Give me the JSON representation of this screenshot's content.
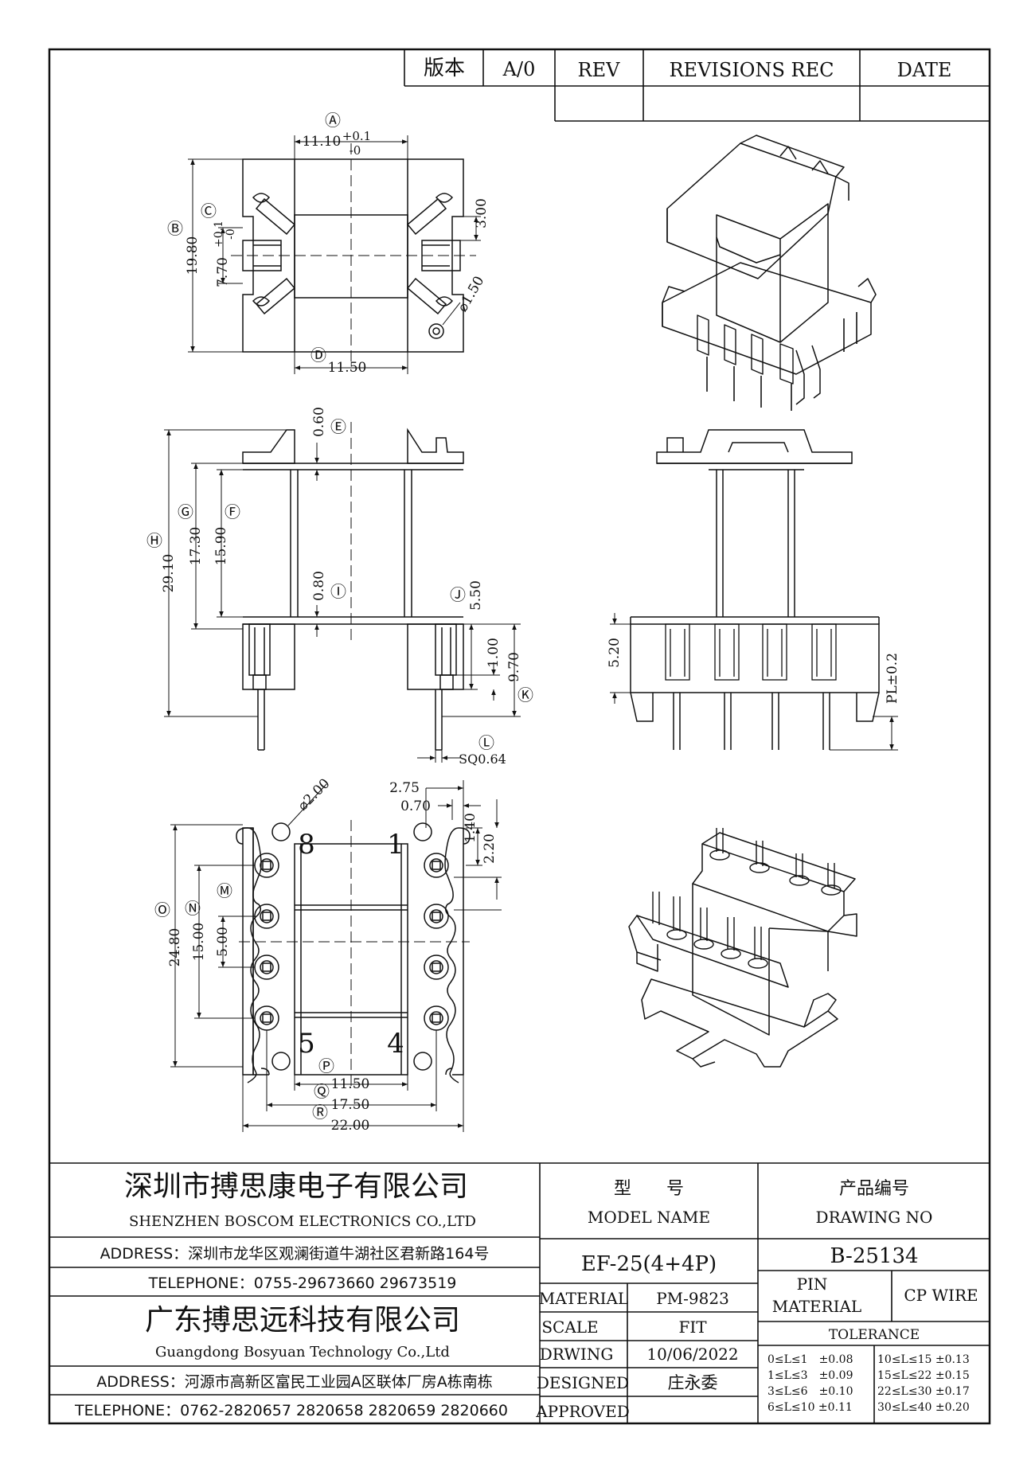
{
  "revision_block": {
    "version_label": "版本",
    "version_value": "A/0",
    "rev_label": "REV",
    "revisions_label": "REVISIONS REC",
    "date_label": "DATE"
  },
  "top_view": {
    "A": "Ⓐ",
    "A_val": "11.10",
    "A_tol_plus": "+0.1",
    "A_tol_minus": "-0",
    "B": "Ⓑ",
    "B_val": "19.80",
    "C": "Ⓒ",
    "C_val": "7.70",
    "C_tol_plus": "+0.1",
    "C_tol_minus": "-0",
    "dim_300": "3.00",
    "dia_150": "⌀1.50",
    "D": "Ⓓ",
    "D_val": "11.50"
  },
  "front_view": {
    "E": "Ⓔ",
    "E_val": "0.60",
    "G": "Ⓖ",
    "G_val": "17.30",
    "F": "Ⓕ",
    "F_val": "15.90",
    "H": "Ⓗ",
    "H_val": "29.10",
    "I": "Ⓘ",
    "I_val": "0.80",
    "J": "Ⓙ",
    "J_val": "5.50",
    "dim_100": "1.00",
    "dim_970": "9.70",
    "K": "Ⓚ",
    "L": "Ⓛ",
    "L_val": "SQ0.64"
  },
  "side_view": {
    "dim_520": "5.20",
    "pl": "PL±0.2"
  },
  "bottom_view": {
    "dia_200": "⌀2.00",
    "dim_275": "2.75",
    "dim_070": "0.70",
    "dim_140": "1.40",
    "dim_220": "2.20",
    "pin8": "8",
    "pin1": "1",
    "pin5": "5",
    "pin4": "4",
    "M": "Ⓜ",
    "M_val": "5.00",
    "N": "Ⓝ",
    "N_val": "15.00",
    "O": "Ⓞ",
    "O_val": "24.80",
    "P": "Ⓟ",
    "P_val": "11.50",
    "Q": "Ⓠ",
    "Q_val": "17.50",
    "R": "Ⓡ",
    "R_val": "22.00"
  },
  "title_block": {
    "company1_cn": "深圳市搏思康电子有限公司",
    "company1_en": "SHENZHEN BOSCOM ELECTRONICS CO.,LTD",
    "address1": "ADDRESS：深圳市龙华区观澜街道牛湖社区君新路164号",
    "telephone1": "TELEPHONE：0755-29673660 29673519",
    "company2_cn": "广东搏思远科技有限公司",
    "company2_en": "Guangdong Bosyuan Technology Co.,Ltd",
    "address2": "ADDRESS：河源市高新区富民工业园A区联体厂房A栋南栋",
    "telephone2": "TELEPHONE：0762-2820657 2820658 2820659 2820660",
    "model_cn": "型　　号",
    "model_en": "MODEL NAME",
    "model_value": "EF-25(4+4P)",
    "drawing_cn": "产品编号",
    "drawing_en": "DRAWING NO",
    "drawing_value": "B-25134",
    "material_label": "MATERIAL",
    "material_value": "PM-9823",
    "scale_label": "SCALE",
    "scale_value": "FIT",
    "drwing_label": "DRWING",
    "drwing_value": "10/06/2022",
    "designed_label": "DESIGNED",
    "designed_value": "庄永委",
    "approved_label": "APPROVED",
    "pin_label": "PIN",
    "pin_material_label": "MATERIAL",
    "pin_material_value": "CP WIRE",
    "tolerance_label": "TOLERANCE",
    "tol_left": [
      "0≤L≤1　±0.08",
      "1≤L≤3　±0.09",
      "3≤L≤6　±0.10",
      "6≤L≤10 ±0.11"
    ],
    "tol_right": [
      "10≤L≤15 ±0.13",
      "15≤L≤22 ±0.15",
      "22≤L≤30 ±0.17",
      "30≤L≤40 ±0.20"
    ]
  }
}
